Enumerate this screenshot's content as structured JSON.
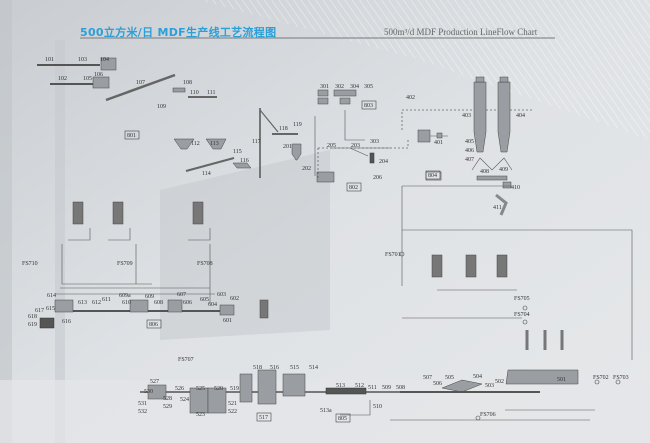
{
  "header": {
    "title_cn": "500立方米/日 MDF生产线工艺流程图",
    "title_en": "500m³/d  MDF Production LineFlow Chart"
  },
  "colors": {
    "title": "#2a9fd8",
    "background": "#d9dcdf",
    "lines": "#555555"
  },
  "labels": [
    "101",
    "103",
    "104",
    "102",
    "105",
    "106",
    "107",
    "108",
    "110",
    "111",
    "109",
    "112",
    "113",
    "115",
    "116",
    "114",
    "117",
    "118",
    "119",
    "201",
    "202",
    "203",
    "205",
    "204",
    "206",
    "301",
    "302",
    "304",
    "305",
    "303",
    "801",
    "802",
    "803",
    "804",
    "402",
    "401",
    "403",
    "404",
    "405",
    "406",
    "407",
    "408",
    "409",
    "410",
    "411",
    "FS710",
    "FS709",
    "FS708",
    "FS701",
    "FS705",
    "FS704",
    "FS707",
    "FS706",
    "FS702",
    "FS703",
    "614",
    "613",
    "612",
    "611",
    "610",
    "609a",
    "609",
    "608",
    "607",
    "606",
    "605",
    "604",
    "603",
    "602",
    "601",
    "617",
    "615",
    "618",
    "619",
    "616",
    "806",
    "527",
    "526",
    "525",
    "520",
    "519",
    "518",
    "516",
    "515",
    "514",
    "530",
    "524",
    "528",
    "529",
    "521",
    "522",
    "523",
    "531",
    "532",
    "517",
    "513",
    "512",
    "511",
    "509",
    "508",
    "510",
    "513a",
    "805",
    "507",
    "506",
    "505",
    "504",
    "503",
    "502",
    "501"
  ],
  "boxed_labels": [
    "801",
    "802",
    "803",
    "804",
    "806",
    "517",
    "805"
  ]
}
